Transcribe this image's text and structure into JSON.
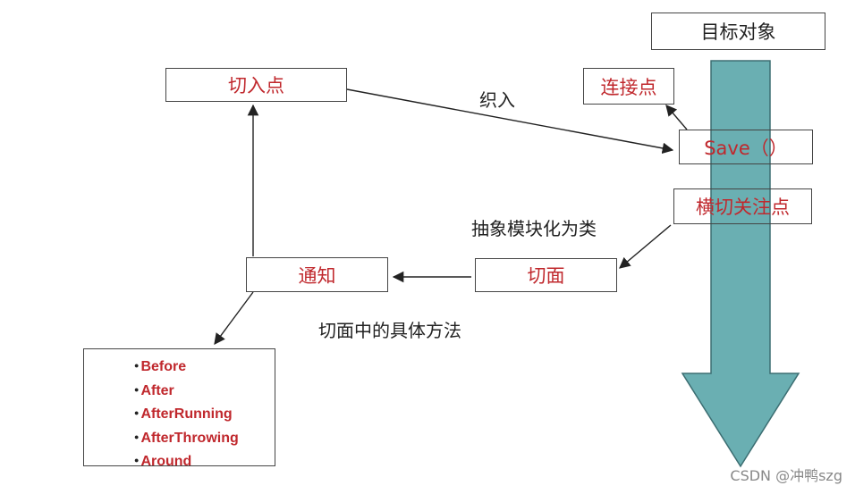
{
  "nodes": {
    "target_object": "目标对象",
    "join_point": "连接点",
    "save": "Save（）",
    "cross_cutting_concern": "横切关注点",
    "pointcut": "切入点",
    "aspect": "切面",
    "advice": "通知"
  },
  "edge_labels": {
    "weaving": "织入",
    "abstract_modularize": "抽象模块化为类",
    "aspect_methods": "切面中的具体方法"
  },
  "advice_types": [
    "Before",
    "After",
    "AfterRunning",
    "AfterThrowing",
    "Around"
  ],
  "colors": {
    "node_text": "#c0282d",
    "arrow_fill": "#6aafb2",
    "arrow_stroke": "#3c6e72"
  },
  "watermark": "CSDN @冲鸭szg"
}
